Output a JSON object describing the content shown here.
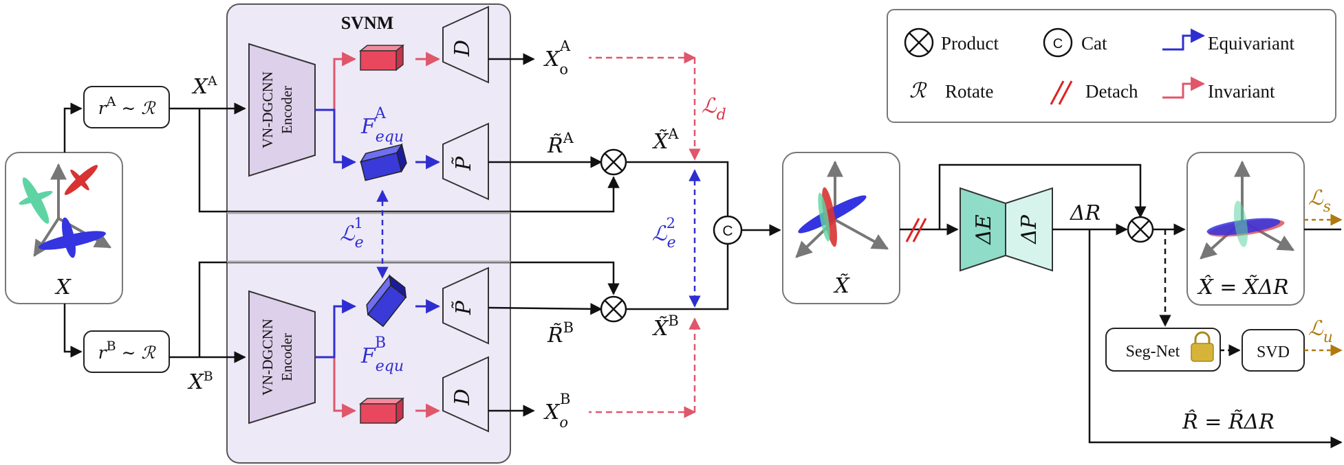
{
  "title": "SVNM",
  "input": {
    "symbol": "X"
  },
  "rotations": {
    "a": "r^A ~ R",
    "b": "r^B ~ R"
  },
  "branch_inputs": {
    "a": "X^A",
    "b": "X^B"
  },
  "encoder_label": [
    "VN-DGCNN",
    "Encoder"
  ],
  "features": {
    "a": "F^A_equ",
    "b": "F^B_equ"
  },
  "decoder_symbol": "D",
  "pose_symbol": "P̃",
  "outputs": {
    "a": "X^A_o",
    "b": "X^B_o",
    "rot_a": "R̃^A",
    "rot_b": "R̃^B",
    "xt_a": "X̃^A",
    "xt_b": "X̃^B"
  },
  "losses": {
    "d": "L_d",
    "e1": "L^1_e",
    "e2": "L^2_e",
    "s": "L_s",
    "u": "L_u"
  },
  "concat_symbol": "C",
  "merged": "X̃",
  "refine": {
    "enc": "ΔE",
    "dec": "ΔP",
    "delta": "ΔR"
  },
  "final": {
    "xhat": "X̂ = X̃ΔR",
    "rhat": "R̂ = R̃ΔR"
  },
  "seg_net": "Seg-Net",
  "svd": "SVD",
  "legend": {
    "product": "Product",
    "cat": "Cat",
    "equivariant": "Equivariant",
    "rotate": "Rotate",
    "detach": "Detach",
    "invariant": "Invariant"
  },
  "colors": {
    "svnm_bg": "#eee9f7",
    "encoder_fill": "#ddd0ea",
    "equivariant": "#2e2ed0",
    "invariant": "#e0566a",
    "delta_enc": "#8fdcc8",
    "delta_dec": "#d6f4ec",
    "gold": "#c89a20",
    "detach": "#e02020"
  }
}
